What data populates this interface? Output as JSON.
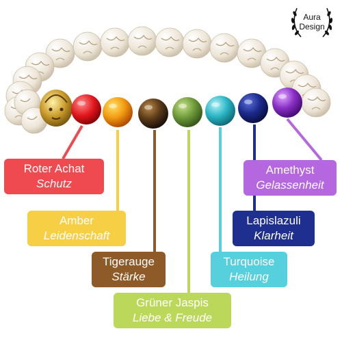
{
  "logo": {
    "line1": "Aura",
    "line2": "Design"
  },
  "stones": [
    {
      "id": "roter-achat",
      "name": "Roter Achat",
      "meaning": "Schutz",
      "color": "#ef4a4f"
    },
    {
      "id": "amber",
      "name": "Amber",
      "meaning": "Leidenschaft",
      "color": "#f6cf45"
    },
    {
      "id": "tigerauge",
      "name": "Tigerauge",
      "meaning": "Stärke",
      "color": "#8e5a28"
    },
    {
      "id": "gruener-jaspis",
      "name": "Grüner Jaspis",
      "meaning": "Liebe & Freude",
      "color": "#bcd85a"
    },
    {
      "id": "turquoise",
      "name": "Turquoise",
      "meaning": "Heilung",
      "color": "#55d0dc"
    },
    {
      "id": "lapislazuli",
      "name": "Lapislazuli",
      "meaning": "Klarheit",
      "color": "#1f2f8f"
    },
    {
      "id": "amethyst",
      "name": "Amethyst",
      "meaning": "Gelassenheit",
      "color": "#b567e0"
    }
  ]
}
